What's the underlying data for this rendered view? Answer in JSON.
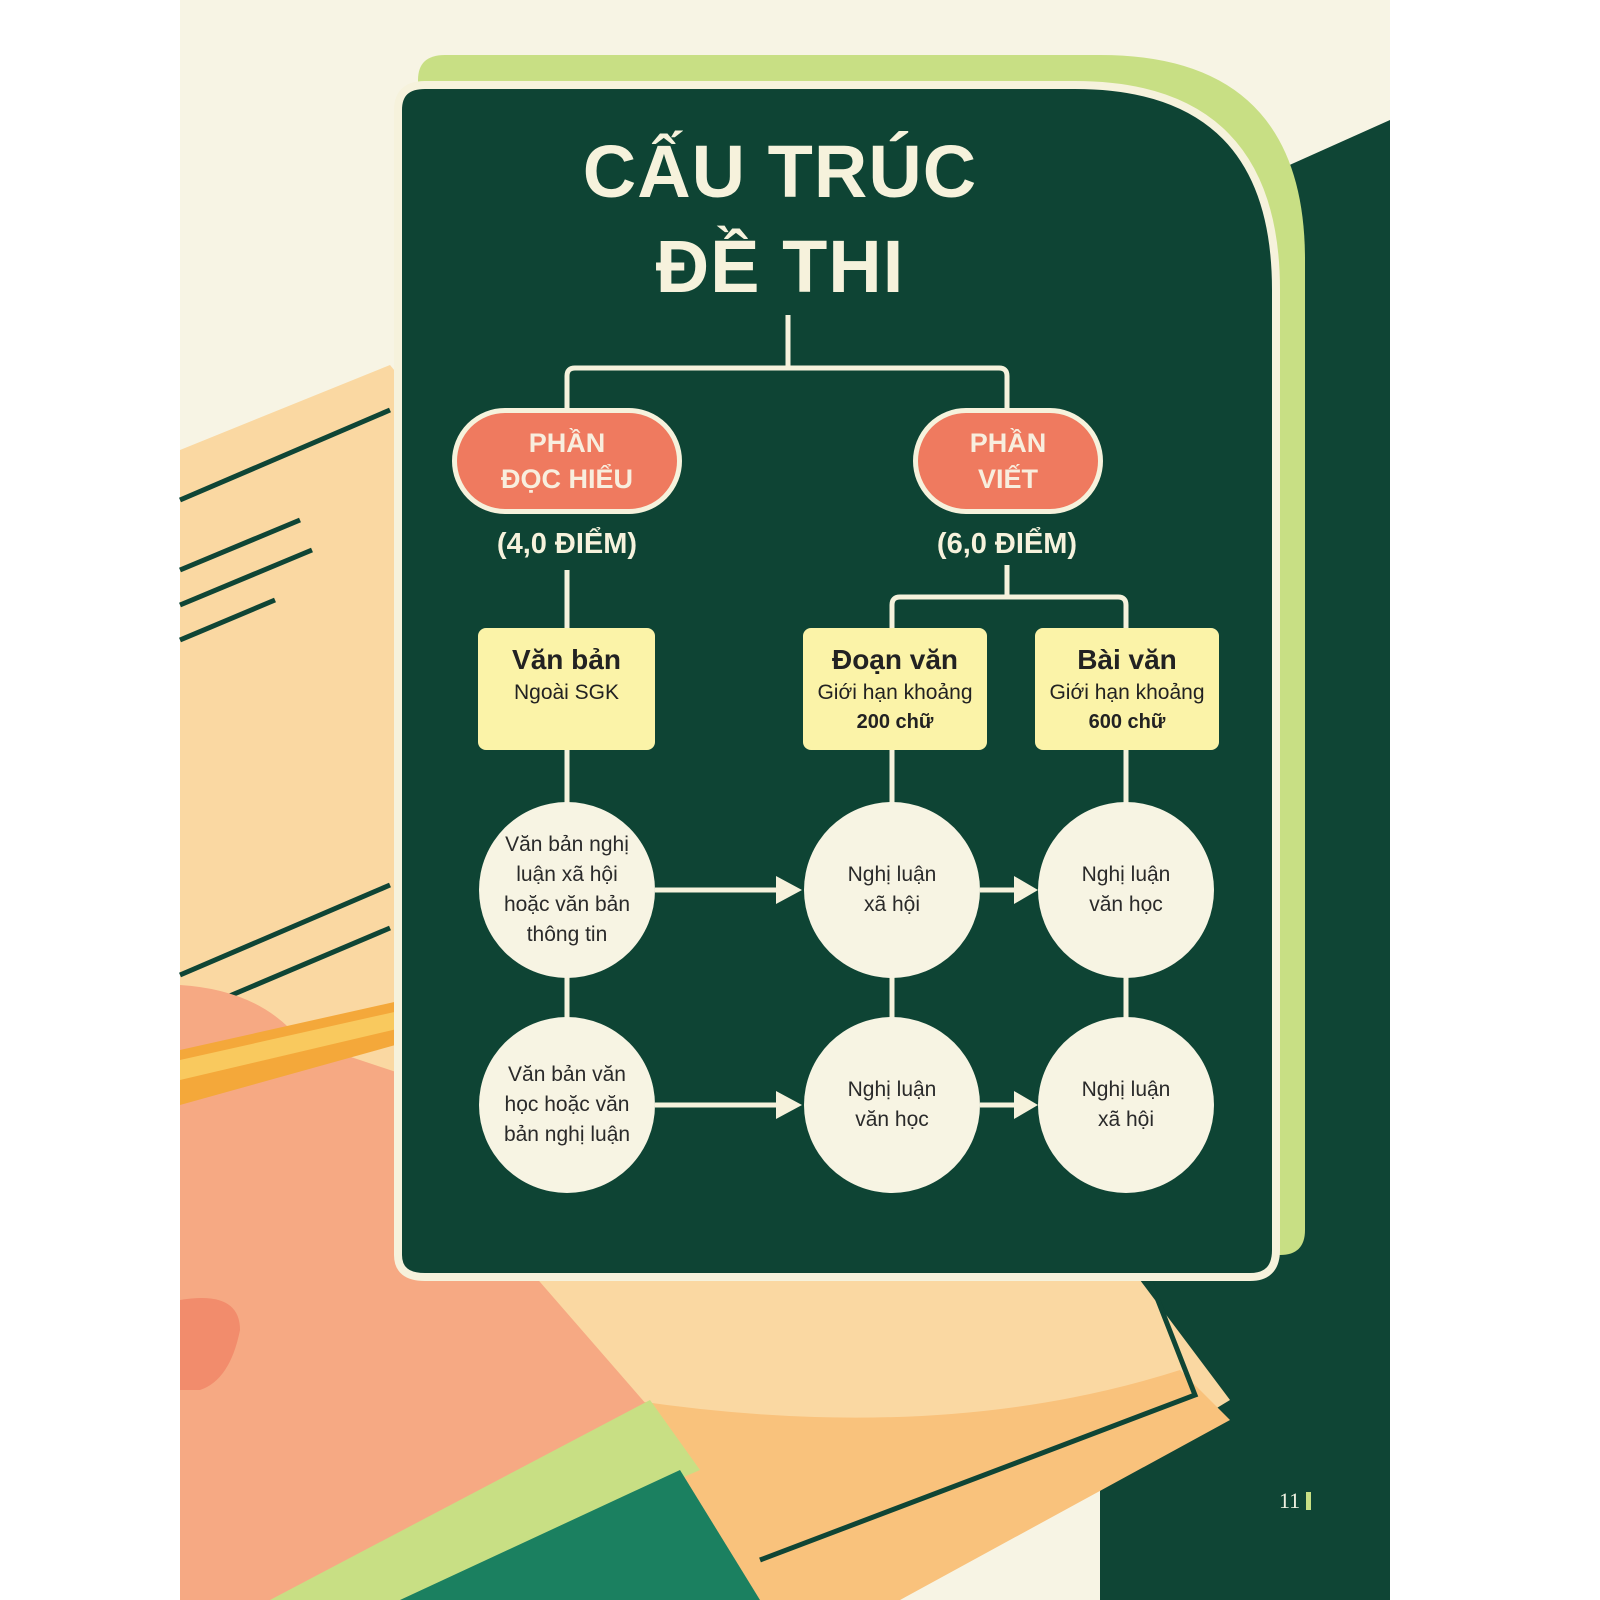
{
  "title": {
    "line1": "CẤU TRÚC",
    "line2": "ĐỀ THI"
  },
  "sections": [
    {
      "label_line1": "PHẦN",
      "label_line2": "ĐỌC HIỂU",
      "score": "(4,0 ĐIỂM)"
    },
    {
      "label_line1": "PHẦN",
      "label_line2": "VIẾT",
      "score": "(6,0 ĐIỂM)"
    }
  ],
  "boxes": [
    {
      "heading": "Văn bản",
      "sub": "Ngoài SGK"
    },
    {
      "heading": "Đoạn văn",
      "sub": "Giới hạn khoảng",
      "limit": "200 chữ"
    },
    {
      "heading": "Bài văn",
      "sub": "Giới hạn khoảng",
      "limit": "600 chữ"
    }
  ],
  "rows": [
    [
      "Văn bản nghị luận xã hội hoặc văn bản thông tin",
      "Nghị luận xã hội",
      "Nghị luận văn học"
    ],
    [
      "Văn bản văn học hoặc văn bản nghị luận",
      "Nghị luận văn học",
      "Nghị luận xã hội"
    ]
  ],
  "page_number": "11",
  "colors": {
    "card": "#0e4434",
    "pill": "#ef7a5f",
    "box": "#fbf3a8",
    "accent": "#c8df84"
  }
}
